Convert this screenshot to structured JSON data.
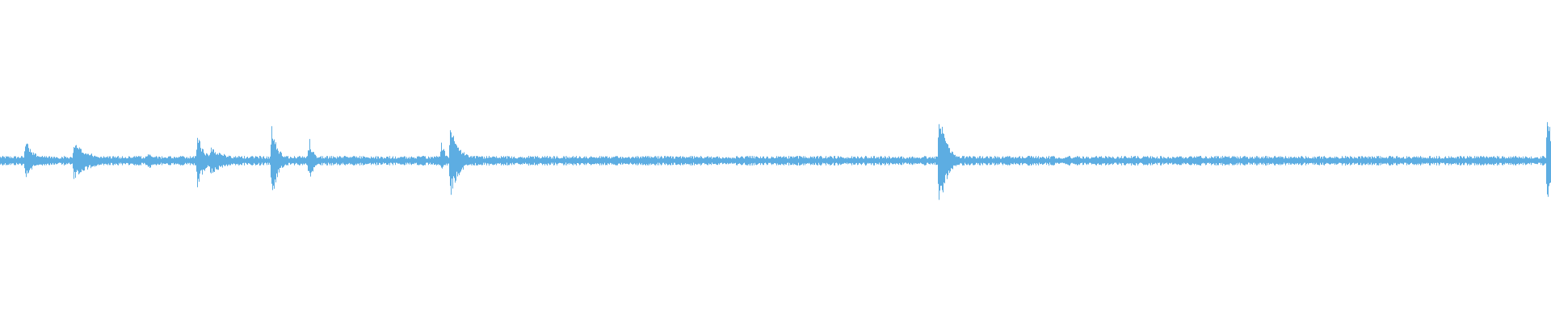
{
  "waveform": {
    "color": "#5DADE2",
    "background": "#FFFFFF",
    "baseline_amplitude": 0.012,
    "noise_amplitude": 0.018,
    "transients": [
      {
        "t": 0.016,
        "peak_up": 0.145,
        "peak_down": 0.115,
        "decay": 0.006
      },
      {
        "t": 0.047,
        "peak_up": 0.12,
        "peak_down": 0.12,
        "decay": 0.012
      },
      {
        "t": 0.095,
        "peak_up": 0.05,
        "peak_down": 0.06,
        "decay": 0.006
      },
      {
        "t": 0.127,
        "peak_up": 0.17,
        "peak_down": 0.17,
        "decay": 0.005
      },
      {
        "t": 0.135,
        "peak_up": 0.09,
        "peak_down": 0.09,
        "decay": 0.012
      },
      {
        "t": 0.175,
        "peak_up": 0.25,
        "peak_down": 0.26,
        "decay": 0.004
      },
      {
        "t": 0.199,
        "peak_up": 0.16,
        "peak_down": 0.16,
        "decay": 0.003
      },
      {
        "t": 0.221,
        "peak_up": 0.04,
        "peak_down": 0.03,
        "decay": 0.006
      },
      {
        "t": 0.284,
        "peak_up": 0.14,
        "peak_down": 0.08,
        "decay": 0.003
      },
      {
        "t": 0.29,
        "peak_up": 0.24,
        "peak_down": 0.24,
        "decay": 0.006
      },
      {
        "t": 0.387,
        "peak_up": 0.03,
        "peak_down": 0.03,
        "decay": 0.008
      },
      {
        "t": 0.428,
        "peak_up": 0.04,
        "peak_down": 0.03,
        "decay": 0.006
      },
      {
        "t": 0.605,
        "peak_up": 0.36,
        "peak_down": 0.36,
        "decay": 0.005
      },
      {
        "t": 0.997,
        "peak_up": 0.36,
        "peak_down": 0.36,
        "decay": 0.004
      }
    ]
  }
}
